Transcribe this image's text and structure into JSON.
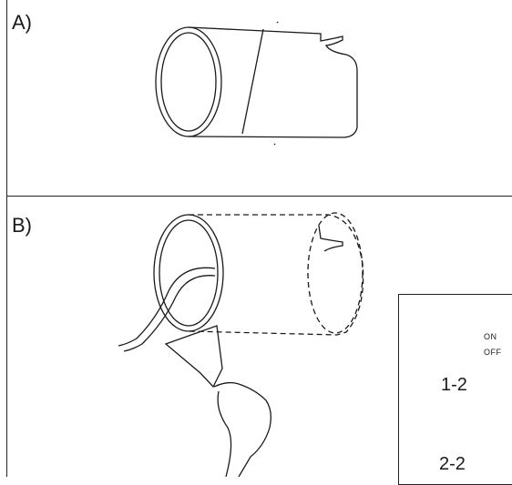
{
  "panels": {
    "a": {
      "label": "A)"
    },
    "b": {
      "label": "B)"
    }
  },
  "inset": {
    "switch_on": "ON",
    "switch_off": "OFF",
    "step_1": "1-2",
    "step_2": "2-2"
  }
}
